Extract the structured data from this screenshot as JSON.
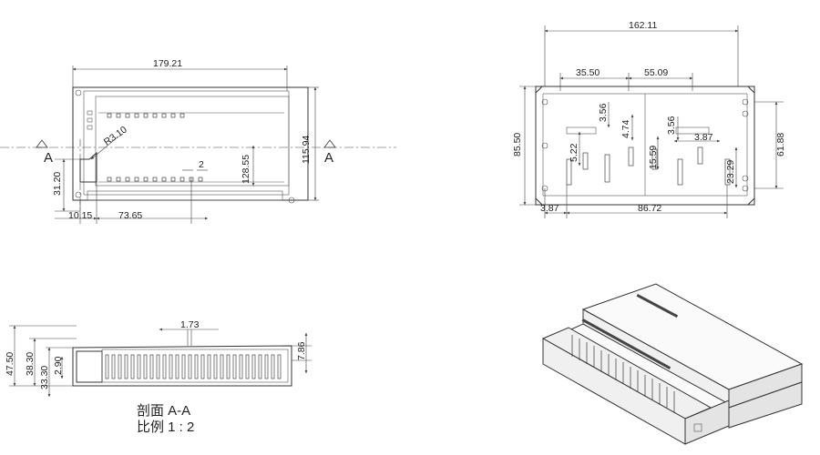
{
  "views": {
    "front": {
      "overall_width": "179.21",
      "overall_height": "115.94",
      "radius": "R3.10",
      "slot_width": "2",
      "inner_height": "128.55",
      "side_height": "31.20",
      "left_offset": "10.15",
      "left_span": "73.65",
      "section_mark": "A"
    },
    "back": {
      "overall_width": "162.11",
      "width_left": "35.50",
      "width_right": "55.09",
      "dim_356a": "3.56",
      "dim_474": "4.74",
      "dim_356b": "3.56",
      "dim_387a": "3.87",
      "dim_522": "5.22",
      "dim_1559": "15.59",
      "dim_2329": "23.29",
      "overall_height": "85.50",
      "right_height": "61.88",
      "bottom_left": "3.87",
      "bottom_span": "86.72"
    },
    "section": {
      "top_dim": "1.73",
      "h1": "47.50",
      "h2": "38.30",
      "h3": "33.30",
      "h4": "2.90",
      "right_dim": "7.86",
      "title": "剖面 A-A",
      "scale": "比例 1 : 2"
    }
  }
}
